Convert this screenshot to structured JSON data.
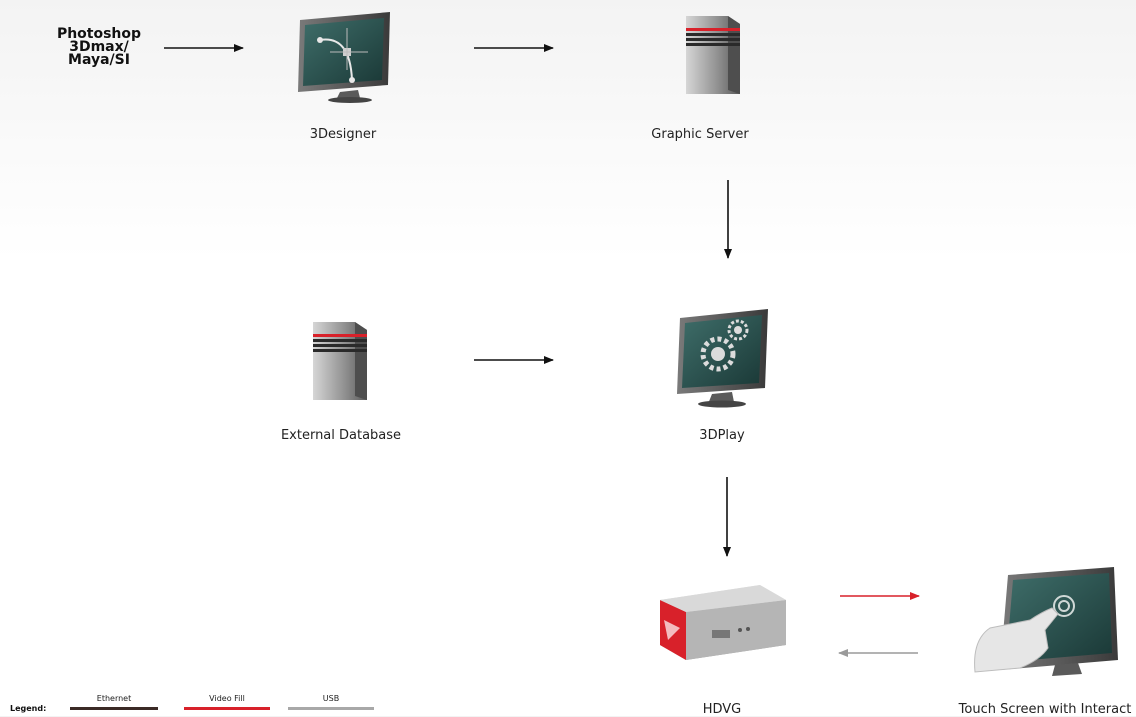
{
  "source": {
    "lines": [
      "Photoshop",
      "3Dmax/",
      "Maya/SI"
    ]
  },
  "nodes": {
    "designer": "3Designer",
    "graphic_server": "Graphic Server",
    "external_database": "External Database",
    "play": "3DPlay",
    "hdvg": "HDVG",
    "touch_screen": "Touch Screen with Interact"
  },
  "legend": {
    "title": "Legend:",
    "items": [
      {
        "label": "Ethernet",
        "color": "#3b2a26"
      },
      {
        "label": "Video Fill",
        "color": "#d8212a"
      },
      {
        "label": "USB",
        "color": "#a8a8a8"
      }
    ]
  },
  "colors": {
    "arrow_dark": "#111111",
    "arrow_red": "#d8212a",
    "arrow_gray": "#9a9a9a"
  }
}
